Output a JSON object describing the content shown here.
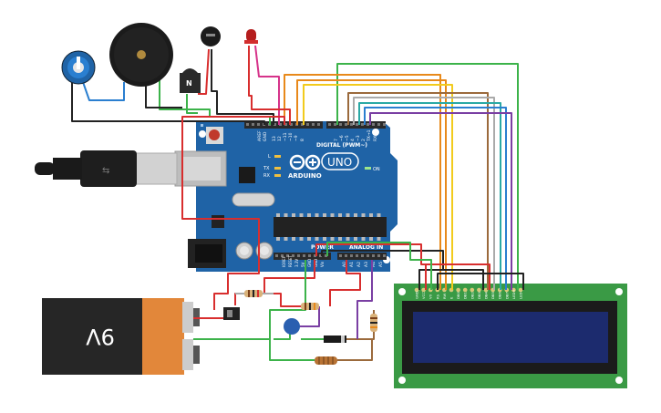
{
  "board": {
    "brand": "ARDUINO",
    "model": "UNO",
    "digital_label": "DIGITAL (PWM~)",
    "power_label": "POWER",
    "analog_label": "ANALOG IN",
    "on_label": "ON",
    "led_l": "L",
    "led_tx": "TX",
    "led_rx": "RX",
    "top_pins": [
      "AREF",
      "GND",
      "13",
      "12",
      "~11",
      "~10",
      "~9",
      "8",
      "7",
      "~6",
      "~5",
      "4",
      "~3",
      "2",
      "TX→1",
      "RX←0"
    ],
    "power_pins": [
      "IOREF",
      "RESET",
      "3.3V",
      "5V",
      "GND",
      "GND",
      "Vin"
    ],
    "analog_pins": [
      "A0",
      "A1",
      "A2",
      "A3",
      "A4",
      "A5"
    ]
  },
  "battery": {
    "label": "9V"
  },
  "transistor": {
    "label": "N"
  },
  "lcd": {
    "pins": [
      "GND",
      "VCC",
      "V0",
      "RS",
      "RW",
      "E",
      "DB0",
      "DB1",
      "DB2",
      "DB3",
      "DB4",
      "DB5",
      "DB6",
      "DB7",
      "LED+",
      "LED-"
    ]
  },
  "colors": {
    "wire_black": "#222222",
    "wire_red": "#d82e2e",
    "wire_green": "#3cb34a",
    "wire_orange": "#e8891a",
    "wire_yellow": "#f2cb1d",
    "wire_brown": "#9b6a3c",
    "wire_teal": "#2aa9a5",
    "wire_blue": "#2a7fd0",
    "wire_purple": "#7a3fa3",
    "wire_pink": "#d6338a",
    "board": "#1f63a6",
    "lcd_board": "#3a9a45",
    "lcd_screen": "#1c2b6e"
  }
}
